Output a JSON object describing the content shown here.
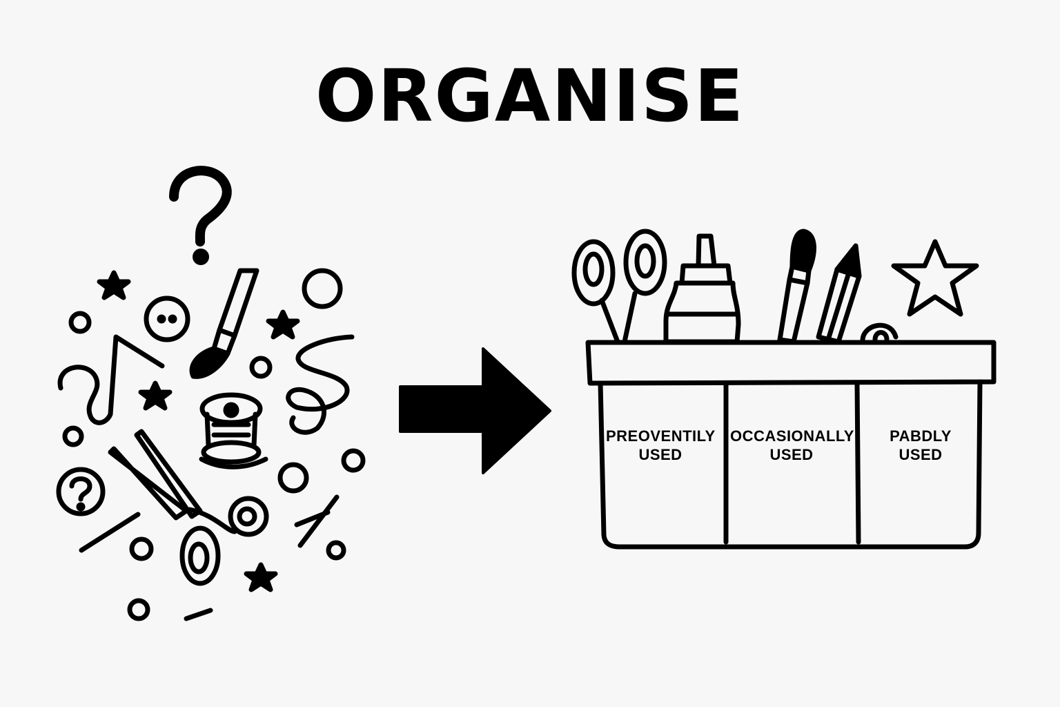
{
  "title": "ORGANISE",
  "colors": {
    "ink": "#000000",
    "background": "#f7f7f7"
  },
  "icons": {
    "clutter": [
      "question-mark-icon",
      "paintbrush-icon",
      "scissors-icon",
      "thread-spool-icon",
      "star-icon",
      "circle-icon",
      "squiggle-icon",
      "button-icon"
    ],
    "arrow": "right-arrow-icon",
    "container_items": [
      "scissors-icon",
      "glue-bottle-icon",
      "paintbrush-icon",
      "pencil-icon",
      "star-icon",
      "tape-roll-icon"
    ]
  },
  "bins": [
    {
      "line1": "PREOVENTILY",
      "line2": "USED"
    },
    {
      "line1": "OCCASIONALLY",
      "line2": "USED"
    },
    {
      "line1": "PABDLY",
      "line2": "USED"
    }
  ]
}
